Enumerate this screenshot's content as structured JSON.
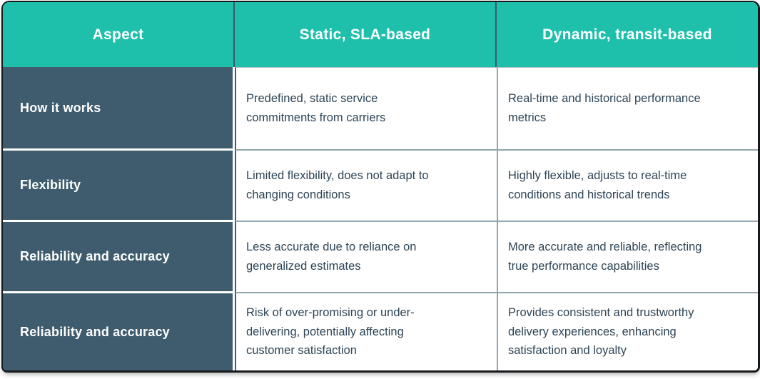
{
  "chart_data": {
    "type": "table",
    "columns": [
      "Aspect",
      "Static, SLA-based",
      "Dynamic, transit-based"
    ],
    "rows": [
      {
        "aspect": "How it works",
        "static_sla": "Predefined, static service\ncommitments from carriers",
        "dynamic_transit": "Real-time and historical performance\nmetrics"
      },
      {
        "aspect": "Flexibility",
        "static_sla": "Limited flexibility, does not adapt to\nchanging conditions",
        "dynamic_transit": "Highly flexible, adjusts to real-time\nconditions and historical trends"
      },
      {
        "aspect": "Reliability and accuracy",
        "static_sla": "Less accurate due to reliance on\ngeneralized estimates",
        "dynamic_transit": "More accurate and reliable, reflecting\ntrue performance capabilities"
      },
      {
        "aspect": "Reliability and accuracy",
        "static_sla": "Risk of over-promising or under-\ndelivering, potentially affecting\ncustomer satisfaction",
        "dynamic_transit": "Provides consistent and trustworthy\ndelivery experiences, enhancing\nsatisfaction and loyalty"
      }
    ]
  },
  "colors": {
    "header_bg": "#1ec0ab",
    "row_label_bg": "#3e5c6e",
    "header_text": "#ffffff",
    "body_text": "#2e4456",
    "grid_line": "#93a5af",
    "header_divider": "#3b5a69",
    "outer_border": "#17191c",
    "row_gap": "#ffffff"
  }
}
